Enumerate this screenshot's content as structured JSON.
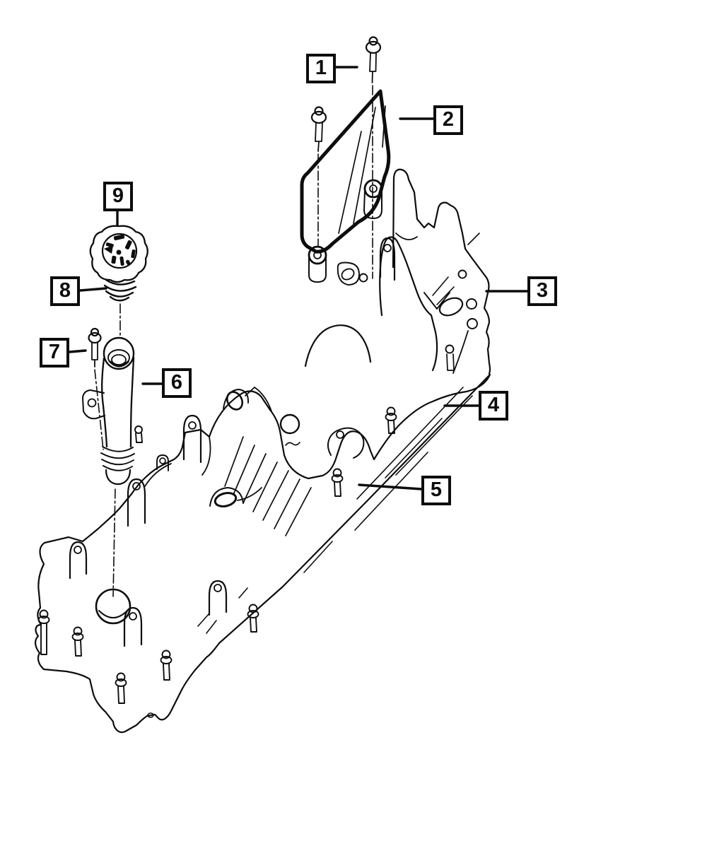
{
  "page": {
    "background_color": "#ffffff",
    "line_color": "#0d0d0d"
  },
  "diagram": {
    "kind": "exploded-parts-line-drawing",
    "subject": "engine intake manifold assembly",
    "callouts": [
      {
        "label": "1",
        "points_to": "mounting bolt"
      },
      {
        "label": "2",
        "points_to": "cover gasket with bolt grommets"
      },
      {
        "label": "3",
        "points_to": "upper intake manifold shell"
      },
      {
        "label": "4",
        "points_to": "intake manifold body"
      },
      {
        "label": "5",
        "points_to": "lower intake manifold flange"
      },
      {
        "label": "6",
        "points_to": "oil filler tube"
      },
      {
        "label": "7",
        "points_to": "filler tube bolt"
      },
      {
        "label": "8",
        "points_to": "filler cap seal"
      },
      {
        "label": "9",
        "points_to": "oil filler cap"
      }
    ]
  }
}
